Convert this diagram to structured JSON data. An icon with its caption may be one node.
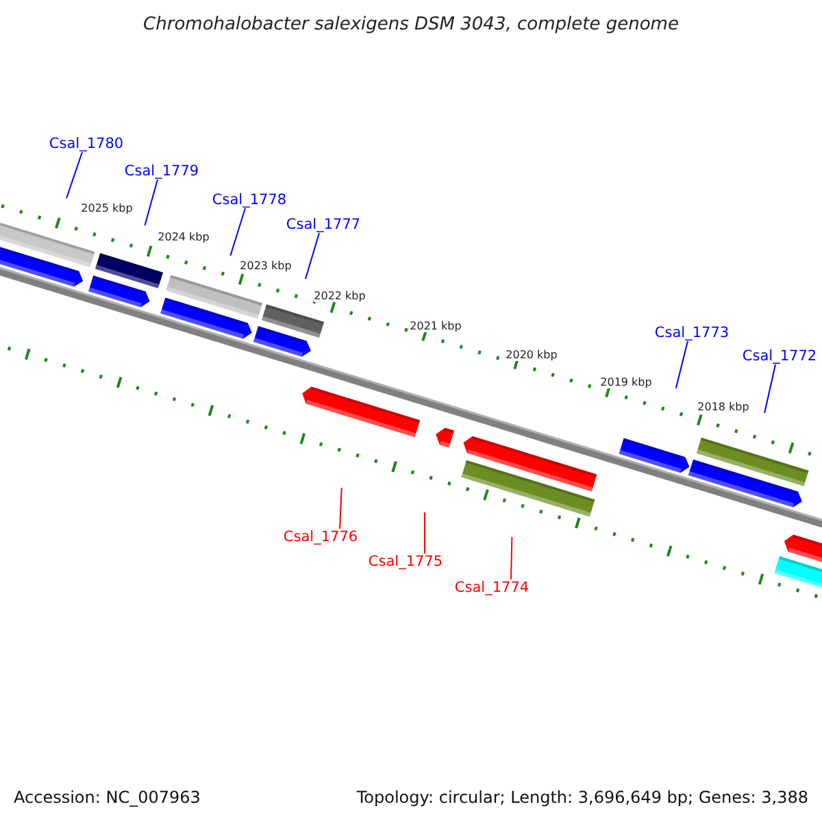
{
  "diagram": {
    "title": "Chromohalobacter salexigens DSM 3043, complete genome",
    "nodes": [
      {
        "text": [
          "Csal_1780"
        ]
      },
      {
        "text": [
          "Csal_1779"
        ]
      },
      {
        "text": [
          "Csal_1778"
        ]
      },
      {
        "text": [
          "Csal_1777"
        ]
      },
      {
        "text": [
          "Csal_1773"
        ]
      },
      {
        "text": [
          "Csal_1772"
        ]
      },
      {
        "text": [
          "Csal_1776"
        ]
      },
      {
        "text": [
          "Csal_1775"
        ]
      },
      {
        "text": [
          "Csal_1774"
        ]
      }
    ],
    "edges": [
      {
        "from": 0,
        "to": null,
        "arrow": "none",
        "color": "#0000ff"
      },
      {
        "from": 1,
        "to": null,
        "arrow": "none",
        "color": "#0000ff"
      },
      {
        "from": 2,
        "to": null,
        "arrow": "none",
        "color": "#0000ff"
      },
      {
        "from": 3,
        "to": null,
        "arrow": "none",
        "color": "#0000ff"
      },
      {
        "from": 4,
        "to": null,
        "arrow": "none",
        "color": "#0000ff"
      },
      {
        "from": 5,
        "to": null,
        "arrow": "none",
        "color": "#0000ff"
      },
      {
        "from": 6,
        "to": null,
        "arrow": "none",
        "color": "#ff0000"
      },
      {
        "from": 7,
        "to": null,
        "arrow": "none",
        "color": "#ff0000"
      },
      {
        "from": 8,
        "to": null,
        "arrow": "none",
        "color": "#ff0000"
      }
    ],
    "labels": [
      "2025 kbp",
      "2024 kbp",
      "2023 kbp",
      "2022 kbp",
      "2021 kbp",
      "2020 kbp",
      "2019 kbp",
      "2018 kbp",
      "Accession: NC_007963",
      "Topology: circular; Length: 3,696,649 bp; Genes: 3,388"
    ]
  }
}
